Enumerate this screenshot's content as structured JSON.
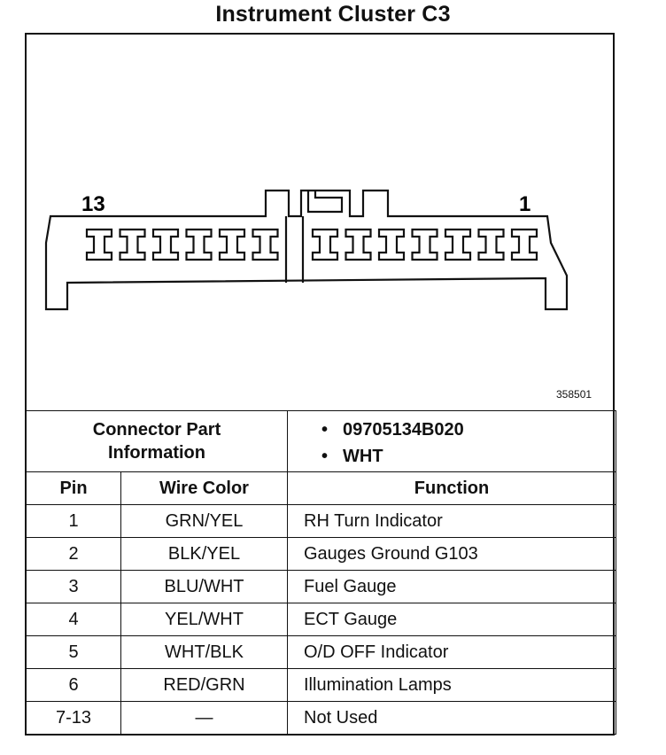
{
  "title": "Instrument Cluster C3",
  "connector": {
    "pin_left_label": "13",
    "pin_right_label": "1",
    "figure_number": "358501"
  },
  "info": {
    "label_line1": "Connector Part",
    "label_line2": "Information",
    "items": [
      "09705134B020",
      "WHT"
    ]
  },
  "table": {
    "headers": [
      "Pin",
      "Wire Color",
      "Function"
    ],
    "rows": [
      {
        "pin": "1",
        "color": "GRN/YEL",
        "function": "RH Turn Indicator"
      },
      {
        "pin": "2",
        "color": "BLK/YEL",
        "function": "Gauges Ground G103"
      },
      {
        "pin": "3",
        "color": "BLU/WHT",
        "function": "Fuel Gauge"
      },
      {
        "pin": "4",
        "color": "YEL/WHT",
        "function": "ECT Gauge"
      },
      {
        "pin": "5",
        "color": "WHT/BLK",
        "function": "O/D OFF Indicator"
      },
      {
        "pin": "6",
        "color": "RED/GRN",
        "function": "Illumination Lamps"
      },
      {
        "pin": "7-13",
        "color": "—",
        "function": "Not Used"
      }
    ]
  }
}
